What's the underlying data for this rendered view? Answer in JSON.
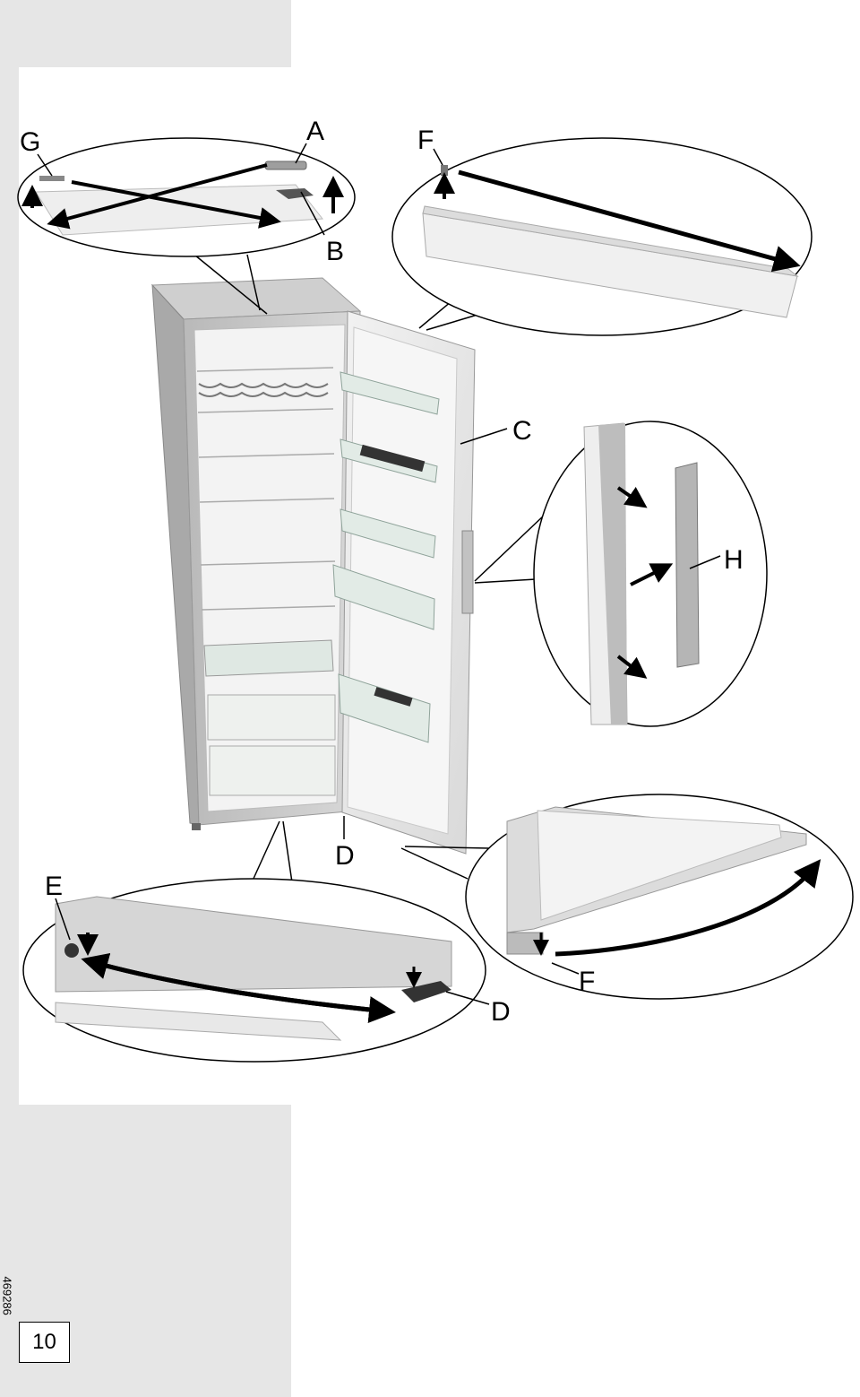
{
  "page_number": "10",
  "document_code": "469286",
  "labels": {
    "a": "A",
    "b": "B",
    "c": "C",
    "d_main": "D",
    "d_detail": "D",
    "e": "E",
    "f_top": "F",
    "f_bottom": "F",
    "g": "G",
    "h": "H"
  }
}
